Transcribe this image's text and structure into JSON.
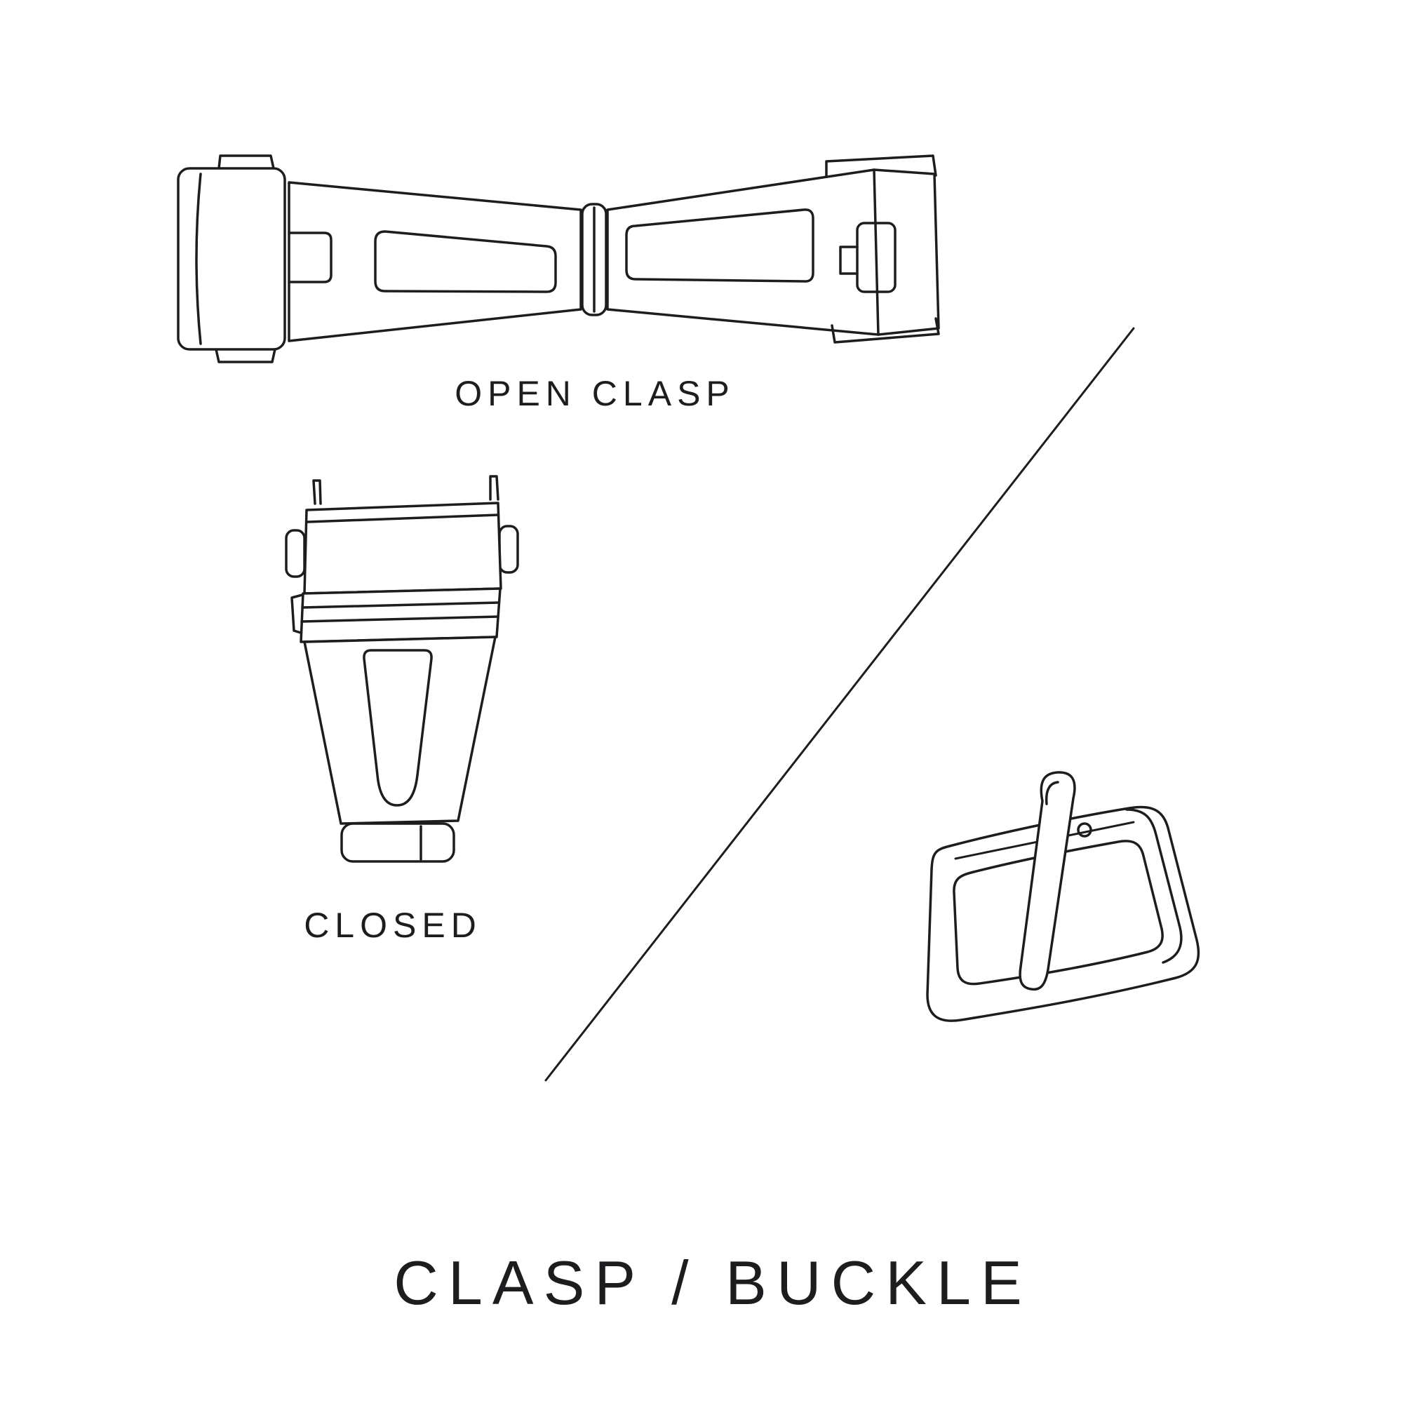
{
  "colors": {
    "background": "#ffffff",
    "line": "#1d1d1f",
    "text": "#1d1d1f"
  },
  "labels": {
    "open_clasp": "OPEN CLASP",
    "closed": "CLOSED"
  },
  "title": "CLASP / BUCKLE",
  "illustrations": [
    "open-clasp-line-drawing",
    "closed-clasp-line-drawing",
    "pin-buckle-line-drawing",
    "diagonal-divider-line"
  ]
}
